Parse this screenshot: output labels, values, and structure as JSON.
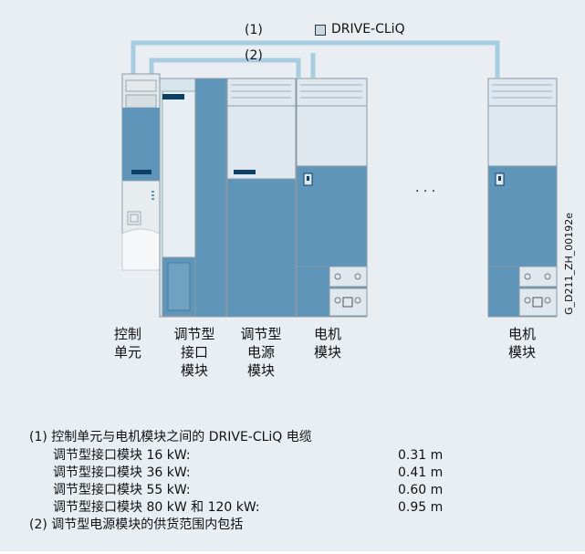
{
  "diagram": {
    "legend": {
      "label": "DRIVE-CLiQ",
      "color": "#a9cde0"
    },
    "connection_labels": {
      "c1": "(1)",
      "c2": "(2)"
    },
    "ellipsis": "· · ·",
    "drawing_id": "G_D211_ZH_00192e",
    "units": {
      "control_unit": {
        "line1": "控制",
        "line2": "单元"
      },
      "interface_module": {
        "line1": "调节型",
        "line2": "接口",
        "line3": "模块"
      },
      "power_module": {
        "line1": "调节型",
        "line2": "电源",
        "line3": "模块"
      },
      "motor_module_1": {
        "line1": "电机",
        "line2": "模块"
      },
      "motor_module_2": {
        "line1": "电机",
        "line2": "模块"
      }
    },
    "colors": {
      "module_fill": "#5e95b8",
      "panel": "#e8eef2",
      "cable": "#a9cde0"
    }
  },
  "notes": {
    "note1_title": "(1) 控制单元与电机模块之间的 DRIVE-CLiQ 电缆",
    "rows": [
      {
        "label": "调节型接口模块 16 kW:",
        "value": "0.31 m"
      },
      {
        "label": "调节型接口模块 36 kW:",
        "value": "0.41 m"
      },
      {
        "label": "调节型接口模块 55 kW:",
        "value": "0.60 m"
      },
      {
        "label": "调节型接口模块 80 kW 和 120 kW:",
        "value": "0.95 m"
      }
    ],
    "note2_title": "(2) 调节型电源模块的供货范围内包括"
  }
}
